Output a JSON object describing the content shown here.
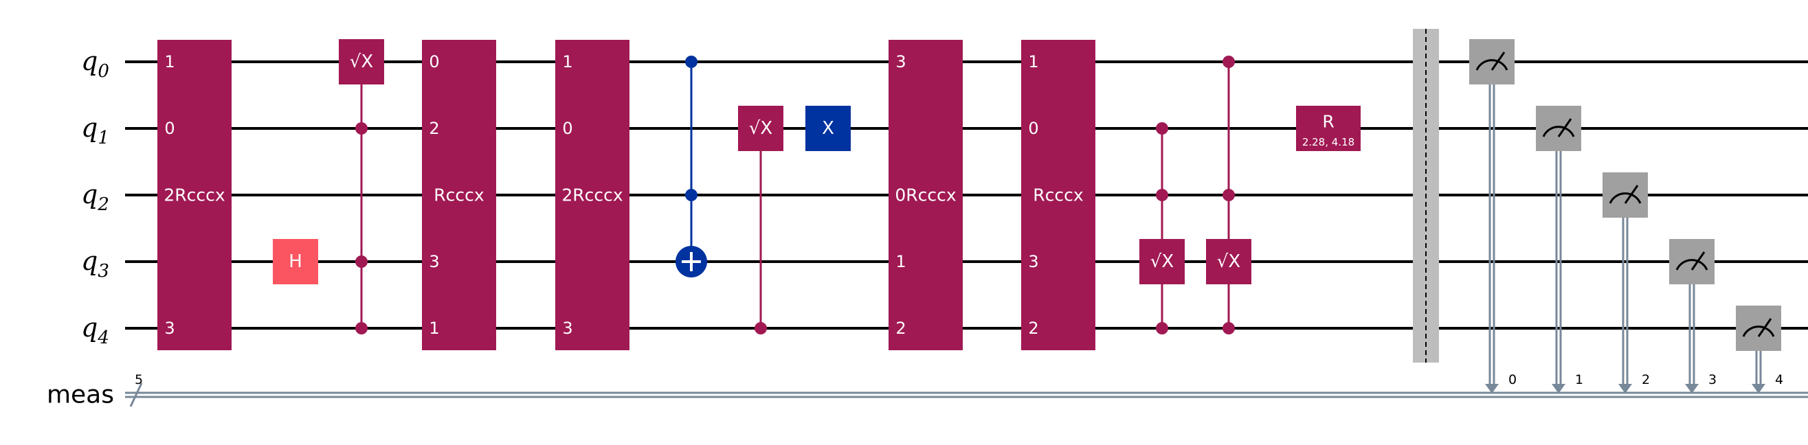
{
  "qubits": [
    "q0",
    "q1",
    "q2",
    "q3",
    "q4"
  ],
  "qubit_labels": [
    {
      "base": "q",
      "sub": "0"
    },
    {
      "base": "q",
      "sub": "1"
    },
    {
      "base": "q",
      "sub": "2"
    },
    {
      "base": "q",
      "sub": "3"
    },
    {
      "base": "q",
      "sub": "4"
    }
  ],
  "classical_register": {
    "name": "meas",
    "size": "5"
  },
  "colors": {
    "multi_gate": "#a01953",
    "h_gate": "#fa5560",
    "x_gate": "#0032a0",
    "cx_line": "#0032a0",
    "measure": "#a0a0a0",
    "barrier": "#bdbdbd",
    "wire": "#000000",
    "classical_wire": "#778899"
  },
  "gates": [
    {
      "type": "multi",
      "label": "2Rcccx",
      "qubits": [
        0,
        1,
        2,
        4
      ],
      "pins": {
        "0": "1",
        "1": "0",
        "4": "3"
      }
    },
    {
      "type": "h",
      "label": "H",
      "qubit": 3
    },
    {
      "type": "controlled",
      "label": "√X",
      "target": 0,
      "controls": [
        1,
        3,
        4
      ]
    },
    {
      "type": "multi",
      "label": "Rcccx",
      "qubits": [
        0,
        1,
        2,
        3,
        4
      ],
      "pins": {
        "0": "0",
        "1": "2",
        "3": "3",
        "4": "1"
      }
    },
    {
      "type": "multi",
      "label": "2Rcccx",
      "qubits": [
        0,
        1,
        2,
        4
      ],
      "pins": {
        "0": "1",
        "1": "0",
        "4": "3"
      }
    },
    {
      "type": "cnot",
      "target": 3,
      "controls": [
        0,
        2
      ]
    },
    {
      "type": "controlled",
      "label": "√X",
      "target": 1,
      "controls": [
        4
      ]
    },
    {
      "type": "x",
      "label": "X",
      "qubit": 1
    },
    {
      "type": "multi",
      "label": "0Rcccx",
      "qubits": [
        0,
        1,
        2,
        3,
        4
      ],
      "pins": {
        "0": "3",
        "3": "1",
        "4": "2"
      }
    },
    {
      "type": "multi",
      "label": "Rcccx",
      "qubits": [
        0,
        1,
        2,
        3,
        4
      ],
      "pins": {
        "0": "1",
        "1": "0",
        "3": "3",
        "4": "2"
      }
    },
    {
      "type": "controlled",
      "label": "√X",
      "target": 3,
      "controls": [
        1,
        2,
        4
      ]
    },
    {
      "type": "controlled",
      "label": "√X",
      "target": 3,
      "controls": [
        0,
        2,
        4
      ]
    },
    {
      "type": "param",
      "label": "R",
      "params": "2.28, 4.18",
      "qubit": 1
    },
    {
      "type": "barrier"
    },
    {
      "type": "measure",
      "qubit": 0,
      "clbit": "0"
    },
    {
      "type": "measure",
      "qubit": 1,
      "clbit": "1"
    },
    {
      "type": "measure",
      "qubit": 2,
      "clbit": "2"
    },
    {
      "type": "measure",
      "qubit": 3,
      "clbit": "3"
    },
    {
      "type": "measure",
      "qubit": 4,
      "clbit": "4"
    }
  ]
}
